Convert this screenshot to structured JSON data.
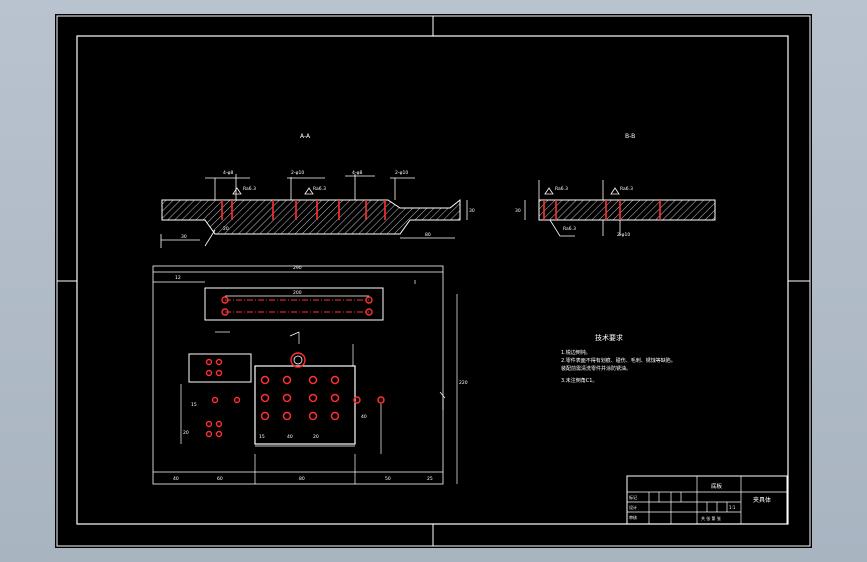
{
  "section_labels": {
    "left": "A-A",
    "right": "B-B"
  },
  "dimensions": {
    "overall_width": "290",
    "slot_length": "200",
    "left_offset": "12",
    "height_right": "220",
    "bottom_left": "30",
    "bottom_a": "40",
    "bottom_b": "60",
    "bottom_c": "80",
    "bottom_d": "50",
    "bottom_e": "25",
    "thickness": "30",
    "roughness": "Ra6.3",
    "hole_callout": "4-φ8",
    "hole_callout_2": "2-φ10",
    "spacing_a": "15",
    "spacing_b": "40",
    "spacing_c": "20"
  },
  "tech_requirements": {
    "heading": "技术要求",
    "items": [
      "1.锐边倒钝。",
      "2.零件表面不得有划痕、碰伤、毛刺、锈蚀等缺陷。",
      "装配前需清洗零件并涂防锈油。",
      "3.未注倒角C1。"
    ]
  },
  "title_block": {
    "part_name": "底板",
    "right_label": "夹具体",
    "scale": "1:1",
    "label_a": "标记",
    "label_b": "设计",
    "label_c": "审核",
    "label_d": "共 张 第 张"
  },
  "colors": {
    "background": "#000000",
    "lines": "#ffffff",
    "holes": "#ff3030",
    "hatch": "#bfbfbf"
  }
}
